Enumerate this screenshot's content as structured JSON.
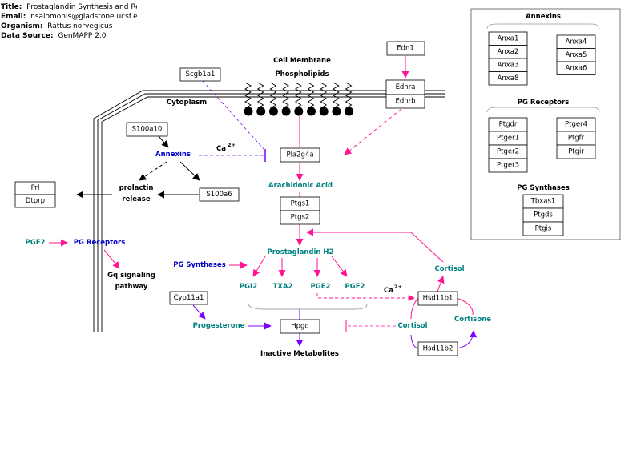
{
  "header": {
    "title_key": "Title:",
    "title": "Prostaglandin Synthesis and Reg",
    "email_key": "Email:",
    "email": "nsalomonis@gladstone.ucsf.edu",
    "organism_key": "Organism:",
    "organism": "Rattus norvegicus",
    "source_key": "Data Source:",
    "source": "GenMAPP 2.0"
  },
  "labels": {
    "cell_membrane": "Cell Membrane",
    "phospholipids": "Phospholipids",
    "cytoplasm": "Cytoplasm",
    "annexins": "Annexins",
    "ca": "Ca",
    "ca_sup": "2+",
    "prolactin": "prolactin",
    "release": "release",
    "arachidonic_acid": "Arachidonic Acid",
    "pgf2_left": "PGF2",
    "pg_receptors": "PG Receptors",
    "gq": "Gq signaling",
    "pathway": "pathway",
    "pg_synthases": "PG Synthases",
    "prostaglandin_h2": "Prostaglandin H2",
    "pgi2": "PGI2",
    "txa2": "TXA2",
    "pge2": "PGE2",
    "pgf2": "PGF2",
    "ca2": "Ca",
    "ca2_sup": "2+",
    "cortisol_top": "Cortisol",
    "progesterone": "Progesterone",
    "inactive": "Inactive Metabolites",
    "cortisol_low": "Cortisol",
    "cortisone": "Cortisone"
  },
  "genes": {
    "scgb1a1": "Scgb1a1",
    "edn1": "Edn1",
    "ednra": "Ednra",
    "ednrb": "Ednrb",
    "s100a10": "S100a10",
    "pla2g4a": "Pla2g4a",
    "prl": "Prl",
    "dtprp": "Dtprp",
    "s100a6": "S100a6",
    "ptgs1": "Ptgs1",
    "ptgs2": "Ptgs2",
    "cyp11a1": "Cyp11a1",
    "hpgd": "Hpgd",
    "hsd11b1": "Hsd11b1",
    "hsd11b2": "Hsd11b2"
  },
  "legend": {
    "annexins_title": "Annexins",
    "annexins_col1": [
      "Anxa1",
      "Anxa2",
      "Anxa3",
      "Anxa8"
    ],
    "annexins_col2": [
      "Anxa4",
      "Anxa5",
      "Anxa6"
    ],
    "pgr_title": "PG Receptors",
    "pgr_col1": [
      "Ptgdr",
      "Ptger1",
      "Ptger2",
      "Ptger3"
    ],
    "pgr_col2": [
      "Ptger4",
      "Ptgfr",
      "Ptgir"
    ],
    "pgs_title": "PG Synthases",
    "pgs_col": [
      "Tbxas1",
      "Ptgds",
      "Ptgis"
    ]
  },
  "colors": {
    "pink": "#ff1493",
    "purple": "#8000ff",
    "teal": "#008080",
    "blue": "#0000cc"
  }
}
